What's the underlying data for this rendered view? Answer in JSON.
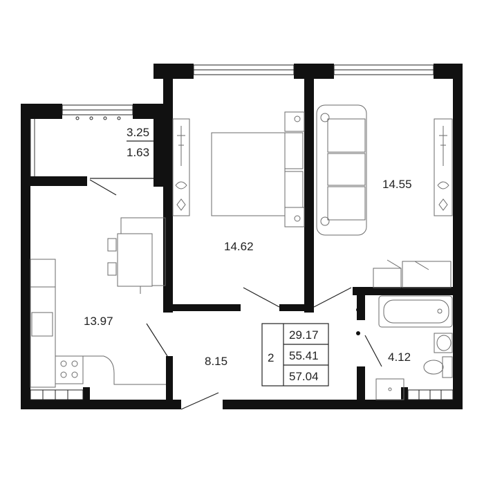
{
  "rooms": {
    "balcony_total": "3.25",
    "balcony_reduced": "1.63",
    "kitchen": "13.97",
    "bedroom": "14.62",
    "living": "14.55",
    "hall": "8.15",
    "bathroom": "4.12"
  },
  "summary": {
    "room_count": "2",
    "living_area": "29.17",
    "total_area": "55.41",
    "total_area_with_balcony": "57.04"
  }
}
